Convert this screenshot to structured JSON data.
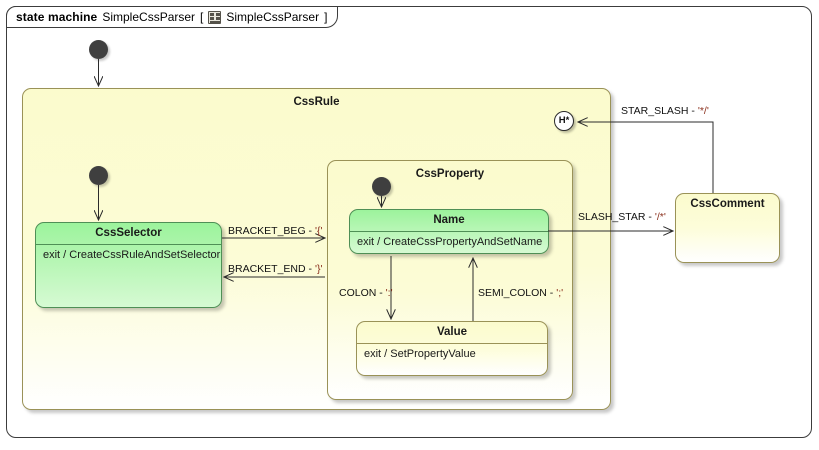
{
  "frame": {
    "keyword": "state machine",
    "name": "SimpleCssParser",
    "bracket_open": "[",
    "icon": "state-machine-icon",
    "qualifier": "SimpleCssParser",
    "bracket_close": "]"
  },
  "states": {
    "css_rule": {
      "name": "CssRule",
      "kind": "composite"
    },
    "css_selector": {
      "name": "CssSelector",
      "body": "exit / CreateCssRuleAndSetSelector",
      "kind": "simple",
      "fill": "#9cf39c"
    },
    "css_property": {
      "name": "CssProperty",
      "kind": "composite"
    },
    "name_state": {
      "name": "Name",
      "body": "exit / CreateCssPropertyAndSetName",
      "kind": "simple",
      "fill": "#9cf39c"
    },
    "value_state": {
      "name": "Value",
      "body": "exit / SetPropertyValue",
      "kind": "simple",
      "fill": "#fbfbcd"
    },
    "css_comment": {
      "name": "CssComment",
      "kind": "simple",
      "fill": "#fbfbcd"
    }
  },
  "pseudostates": {
    "initial_outer": {
      "label": "",
      "kind": "initial-pseudostate"
    },
    "initial_rule": {
      "label": "",
      "kind": "initial-pseudostate"
    },
    "initial_property": {
      "label": "",
      "kind": "initial-pseudostate"
    },
    "deep_history": {
      "label": "H*",
      "kind": "deep-history-pseudostate"
    }
  },
  "transitions": [
    {
      "id": "bracket_beg",
      "event": "BRACKET_BEG - ",
      "literal": "'{'",
      "from": "CssSelector",
      "to": "CssProperty"
    },
    {
      "id": "bracket_end",
      "event": "BRACKET_END - ",
      "literal": "'}'",
      "from": "CssProperty",
      "to": "CssSelector"
    },
    {
      "id": "colon",
      "event": "COLON - ",
      "literal": "':'",
      "from": "Name",
      "to": "Value"
    },
    {
      "id": "semi_colon",
      "event": "SEMI_COLON - ",
      "literal": "';'",
      "from": "Value",
      "to": "Name"
    },
    {
      "id": "slash_star",
      "event": "SLASH_STAR - ",
      "literal": "'/*'",
      "from": "CssRule",
      "to": "CssComment"
    },
    {
      "id": "star_slash",
      "event": "STAR_SLASH - ",
      "literal": "'*/'",
      "from": "CssComment",
      "to": "H*"
    }
  ],
  "colors": {
    "canvas": "#ffffff",
    "composite_fill": "#fcfcd0",
    "state_green_top": "#9cf39c",
    "state_green_bottom": "#d6fad3",
    "border_yellow": "#9a9257",
    "border_green": "#4f8f56",
    "edge_stroke": "#2b2b2b",
    "literal_text": "#8a2f1c",
    "initial_fill": "#3f3f3f"
  }
}
